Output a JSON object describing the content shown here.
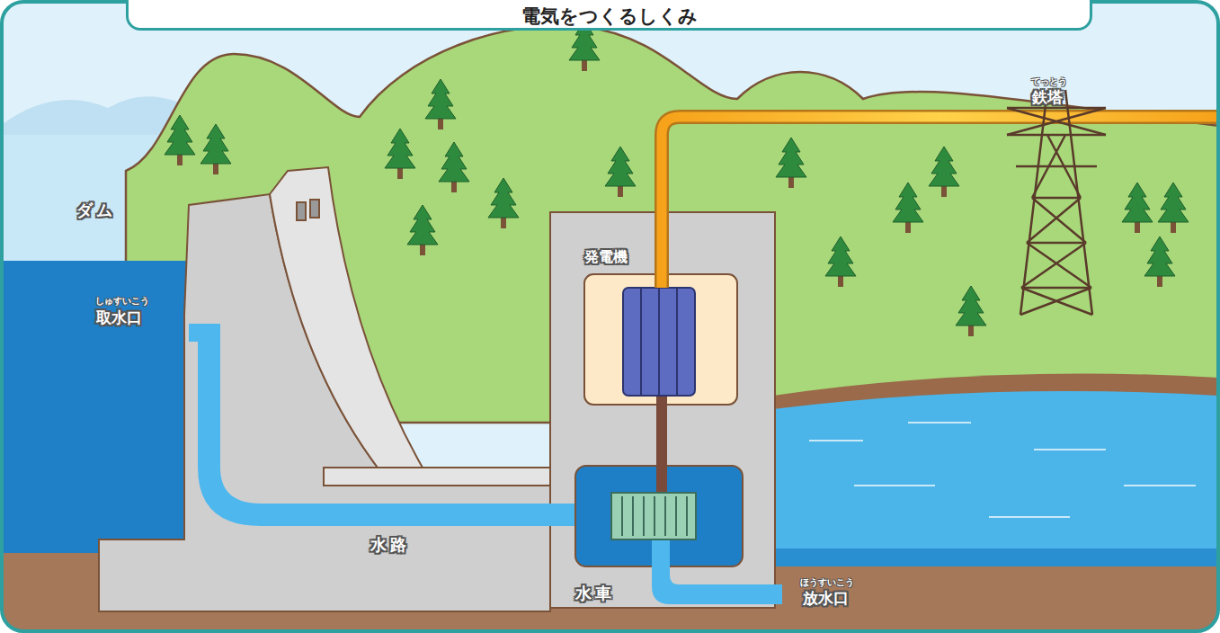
{
  "diagram": {
    "title": "電気をつくるしくみ",
    "labels": [
      "ダム",
      "しゅすいこう",
      "取水口",
      "発電機",
      "てっとう",
      "鉄塔",
      "水路",
      "水車",
      "ほうすいこう",
      "放水口"
    ]
  }
}
